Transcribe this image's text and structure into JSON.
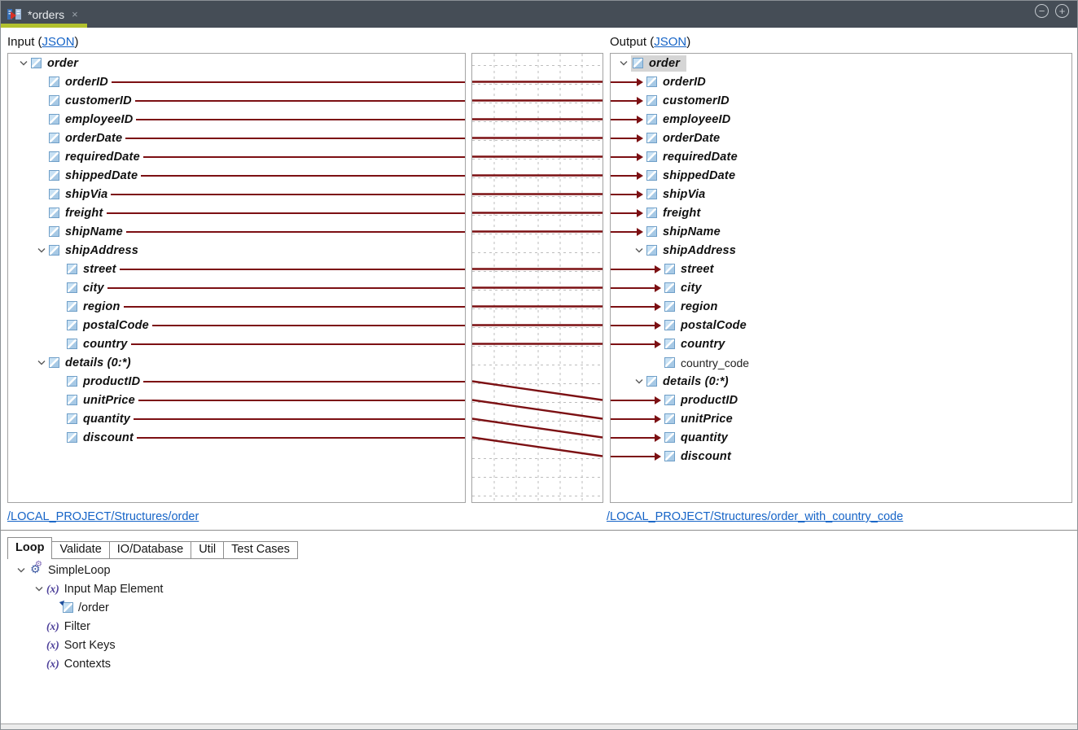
{
  "titlebar": {
    "tab_title": "*orders",
    "close_label": "×",
    "zoom_out_label": "−",
    "zoom_in_label": "+"
  },
  "colors": {
    "titlebar_bg": "#454d56",
    "tab_accent_green": "#b2c12d",
    "mapping_line_maroon": "#7c1013",
    "link_blue": "#1664c7",
    "element_icon_blue": "#a7c9e5",
    "selected_row_gray": "#d5d5d5"
  },
  "input_panel": {
    "header_prefix": "Input (",
    "header_link": "JSON",
    "header_suffix": ")",
    "source_link": "/LOCAL_PROJECT/Structures/order",
    "tree": [
      {
        "label": "order",
        "level": 0,
        "expanded": true,
        "mapped": false
      },
      {
        "label": "orderID",
        "level": 1,
        "mapped": true
      },
      {
        "label": "customerID",
        "level": 1,
        "mapped": true
      },
      {
        "label": "employeeID",
        "level": 1,
        "mapped": true
      },
      {
        "label": "orderDate",
        "level": 1,
        "mapped": true
      },
      {
        "label": "requiredDate",
        "level": 1,
        "mapped": true
      },
      {
        "label": "shippedDate",
        "level": 1,
        "mapped": true
      },
      {
        "label": "shipVia",
        "level": 1,
        "mapped": true
      },
      {
        "label": "freight",
        "level": 1,
        "mapped": true
      },
      {
        "label": "shipName",
        "level": 1,
        "mapped": true
      },
      {
        "label": "shipAddress",
        "level": 1,
        "expanded": true,
        "mapped": false
      },
      {
        "label": "street",
        "level": 2,
        "mapped": true
      },
      {
        "label": "city",
        "level": 2,
        "mapped": true
      },
      {
        "label": "region",
        "level": 2,
        "mapped": true
      },
      {
        "label": "postalCode",
        "level": 2,
        "mapped": true
      },
      {
        "label": "country",
        "level": 2,
        "mapped": true
      },
      {
        "label": "details (0:*)",
        "level": 1,
        "expanded": true,
        "mapped": false
      },
      {
        "label": "productID",
        "level": 2,
        "mapped": true
      },
      {
        "label": "unitPrice",
        "level": 2,
        "mapped": true
      },
      {
        "label": "quantity",
        "level": 2,
        "mapped": true
      },
      {
        "label": "discount",
        "level": 2,
        "mapped": true
      }
    ]
  },
  "output_panel": {
    "header_prefix": "Output (",
    "header_link": "JSON",
    "header_suffix": ")",
    "source_link": "/LOCAL_PROJECT/Structures/order_with_country_code",
    "tree": [
      {
        "label": "order",
        "level": 0,
        "expanded": true,
        "mapped": false,
        "selected": true
      },
      {
        "label": "orderID",
        "level": 1,
        "mapped": true
      },
      {
        "label": "customerID",
        "level": 1,
        "mapped": true
      },
      {
        "label": "employeeID",
        "level": 1,
        "mapped": true
      },
      {
        "label": "orderDate",
        "level": 1,
        "mapped": true
      },
      {
        "label": "requiredDate",
        "level": 1,
        "mapped": true
      },
      {
        "label": "shippedDate",
        "level": 1,
        "mapped": true
      },
      {
        "label": "shipVia",
        "level": 1,
        "mapped": true
      },
      {
        "label": "freight",
        "level": 1,
        "mapped": true
      },
      {
        "label": "shipName",
        "level": 1,
        "mapped": true
      },
      {
        "label": "shipAddress",
        "level": 1,
        "expanded": true,
        "mapped": false
      },
      {
        "label": "street",
        "level": 2,
        "mapped": true
      },
      {
        "label": "city",
        "level": 2,
        "mapped": true
      },
      {
        "label": "region",
        "level": 2,
        "mapped": true
      },
      {
        "label": "postalCode",
        "level": 2,
        "mapped": true
      },
      {
        "label": "country",
        "level": 2,
        "mapped": true
      },
      {
        "label": "country_code",
        "level": 2,
        "mapped": false,
        "plain": true
      },
      {
        "label": "details (0:*)",
        "level": 1,
        "expanded": true,
        "mapped": false
      },
      {
        "label": "productID",
        "level": 2,
        "mapped": true
      },
      {
        "label": "unitPrice",
        "level": 2,
        "mapped": true
      },
      {
        "label": "quantity",
        "level": 2,
        "mapped": true
      },
      {
        "label": "discount",
        "level": 2,
        "mapped": true
      }
    ]
  },
  "mappings": [
    [
      1,
      1
    ],
    [
      2,
      2
    ],
    [
      3,
      3
    ],
    [
      4,
      4
    ],
    [
      5,
      5
    ],
    [
      6,
      6
    ],
    [
      7,
      7
    ],
    [
      8,
      8
    ],
    [
      9,
      9
    ],
    [
      11,
      11
    ],
    [
      12,
      12
    ],
    [
      13,
      13
    ],
    [
      14,
      14
    ],
    [
      15,
      15
    ],
    [
      17,
      18
    ],
    [
      18,
      19
    ],
    [
      19,
      20
    ],
    [
      20,
      21
    ]
  ],
  "bottom_panel": {
    "tabs": [
      {
        "label": "Loop",
        "active": true
      },
      {
        "label": "Validate",
        "active": false
      },
      {
        "label": "IO/Database",
        "active": false
      },
      {
        "label": "Util",
        "active": false
      },
      {
        "label": "Test Cases",
        "active": false
      }
    ],
    "tree": [
      {
        "label": "SimpleLoop",
        "level": 0,
        "expanded": true,
        "icon": "gears-icon"
      },
      {
        "label": "Input Map Element",
        "level": 1,
        "expanded": true,
        "icon": "function-icon"
      },
      {
        "label": "/order",
        "level": 2,
        "icon": "element-ref-icon"
      },
      {
        "label": "Filter",
        "level": 1,
        "icon": "function-icon"
      },
      {
        "label": "Sort Keys",
        "level": 1,
        "icon": "function-icon"
      },
      {
        "label": "Contexts",
        "level": 1,
        "icon": "function-icon"
      }
    ]
  }
}
